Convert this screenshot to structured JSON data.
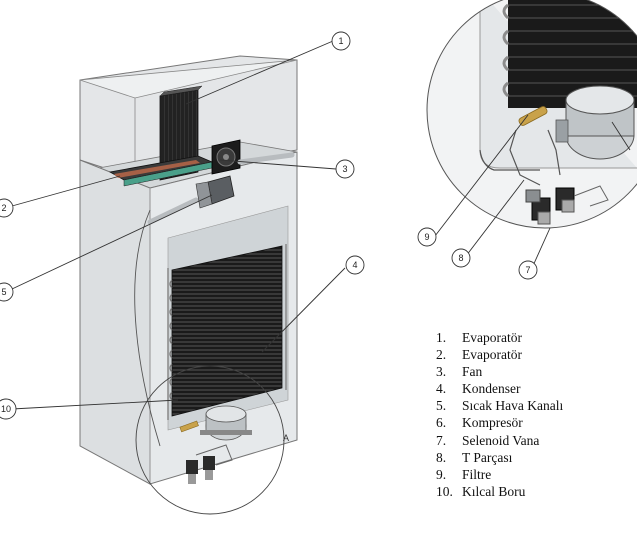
{
  "callouts": {
    "c1": "1",
    "c2": "2",
    "c3": "3",
    "c4": "4",
    "c5": "5",
    "c7": "7",
    "c8": "8",
    "c9": "9",
    "c10": "10"
  },
  "detail_label": "A",
  "legend": [
    {
      "num": "1.",
      "label": "Evaporatör"
    },
    {
      "num": "2.",
      "label": "Evaporatör"
    },
    {
      "num": "3.",
      "label": "Fan"
    },
    {
      "num": "4.",
      "label": "Kondenser"
    },
    {
      "num": "5.",
      "label": "Sıcak Hava Kanalı"
    },
    {
      "num": "6.",
      "label": "Kompresör"
    },
    {
      "num": "7.",
      "label": "Selenoid Vana"
    },
    {
      "num": "8.",
      "label": "T Parçası"
    },
    {
      "num": "9.",
      "label": "Filtre"
    },
    {
      "num": "10.",
      "label": "Kılcal Boru"
    }
  ]
}
